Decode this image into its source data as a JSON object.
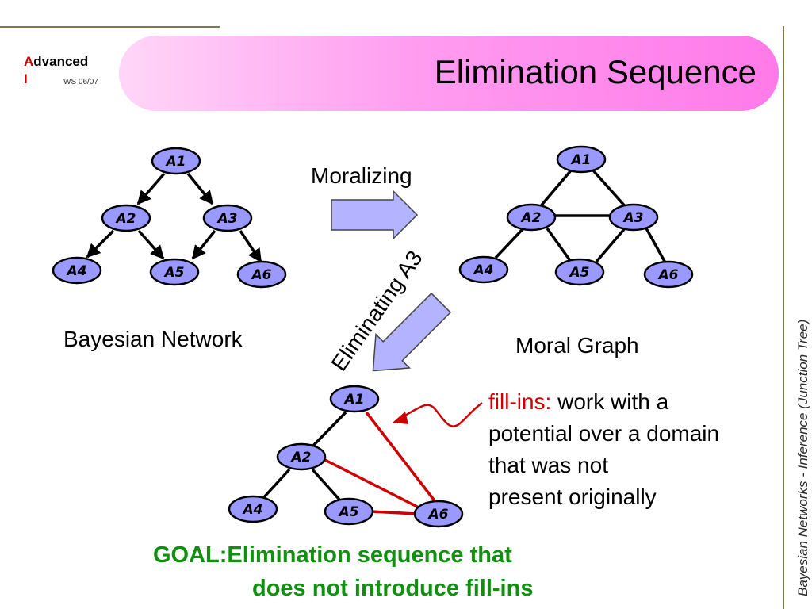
{
  "header": {
    "logo_first_letter": "A",
    "logo_rest": "dvanced",
    "logo_second_line": "I",
    "course_term": "WS 06/07",
    "title": "Elimination Sequence"
  },
  "graphs": {
    "bayesian": {
      "caption": "Bayesian Network",
      "nodes": [
        "A1",
        "A2",
        "A3",
        "A4",
        "A5",
        "A6"
      ]
    },
    "moral": {
      "caption": "Moral Graph",
      "nodes": [
        "A1",
        "A2",
        "A3",
        "A4",
        "A5",
        "A6"
      ]
    },
    "eliminated": {
      "nodes": [
        "A1",
        "A2",
        "A4",
        "A5",
        "A6"
      ]
    }
  },
  "arrows": {
    "moralizing": "Moralizing",
    "eliminating": "Eliminating A3"
  },
  "fill_in_note": {
    "term": "fill-ins:",
    "line1_rest": " work with a",
    "line2": "potential over a domain",
    "line3": "that was not",
    "line4": "present originally"
  },
  "goal": {
    "line1": "GOAL:Elimination sequence that",
    "line2": "does not introduce fill-ins"
  },
  "side_footer": "Bayesian Networks  - Inference (Junction Tree)",
  "colors": {
    "node_fill": "#9999ff",
    "arrow_fill": "#b3b3ff",
    "fill_in_edge": "#cc0000",
    "goal_text": "#10900e",
    "title_gradient": [
      "#ffd6f8",
      "#ff7ae9"
    ]
  }
}
